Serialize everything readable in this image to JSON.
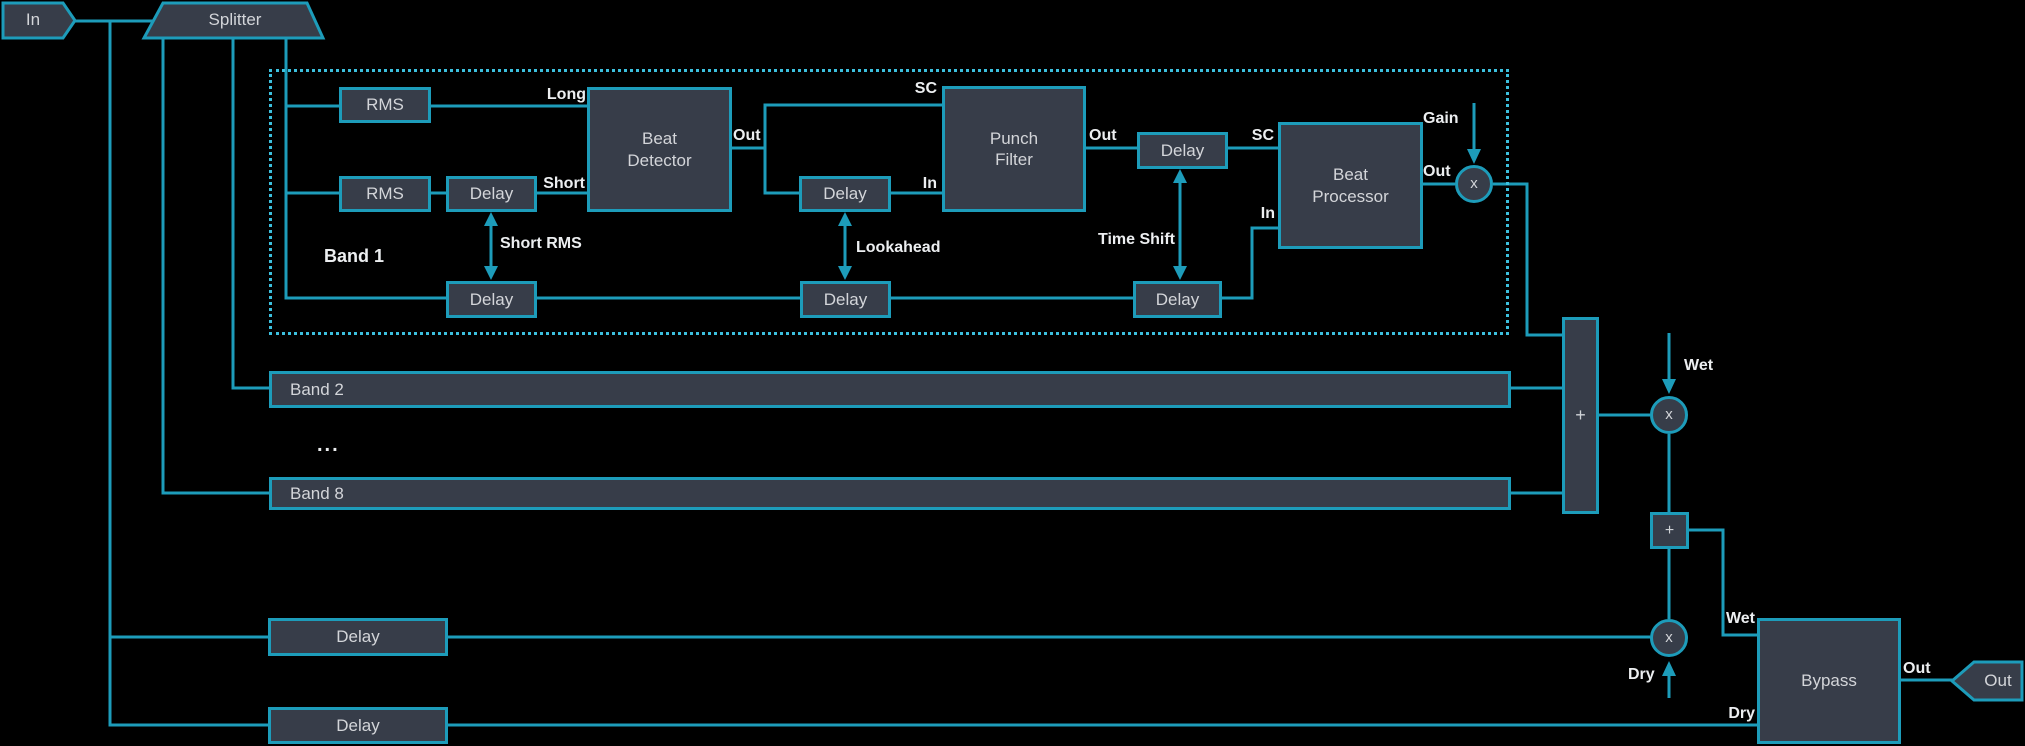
{
  "io": {
    "in": "In",
    "out": "Out"
  },
  "splitter": {
    "label": "Splitter"
  },
  "band1": {
    "label": "Band 1",
    "blocks": {
      "rms_long": "RMS",
      "rms_short": "RMS",
      "delay_short_rms": "Delay",
      "beat_detector": "Beat\nDetector",
      "delay_lookahead": "Delay",
      "punch_filter": "Punch\nFilter",
      "delay_time_shift": "Delay",
      "beat_processor": "Beat\nProcessor",
      "delay_comp_1": "Delay",
      "delay_comp_2": "Delay",
      "delay_comp_3": "Delay"
    },
    "ports": {
      "long": "Long",
      "short": "Short",
      "detector_out": "Out",
      "filter_sc": "SC",
      "filter_in": "In",
      "filter_out": "Out",
      "processor_sc": "SC",
      "processor_in": "In",
      "processor_out": "Out",
      "gain": "Gain"
    },
    "params": {
      "short_rms": "Short RMS",
      "lookahead": "Lookahead",
      "time_shift": "Time Shift"
    },
    "multiplier": "x"
  },
  "bands": {
    "band2": "Band 2",
    "ellipsis": "...",
    "band8": "Band 8"
  },
  "mix": {
    "sum": "+",
    "wet_multiplier": "x",
    "wet_param": "Wet",
    "sum2": "+",
    "dry_multiplier": "x",
    "dry_param": "Dry"
  },
  "dry_path": {
    "delay_wet_comp": "Delay",
    "delay_dry_comp": "Delay"
  },
  "bypass": {
    "label": "Bypass",
    "wet_in": "Wet",
    "dry_in": "Dry",
    "out": "Out"
  },
  "colors": {
    "bg": "#000000",
    "line": "#1d9cba",
    "dotted": "#3cc0de",
    "fill": "#373d49",
    "text": "#d3d5d9",
    "label": "#eceef0"
  }
}
